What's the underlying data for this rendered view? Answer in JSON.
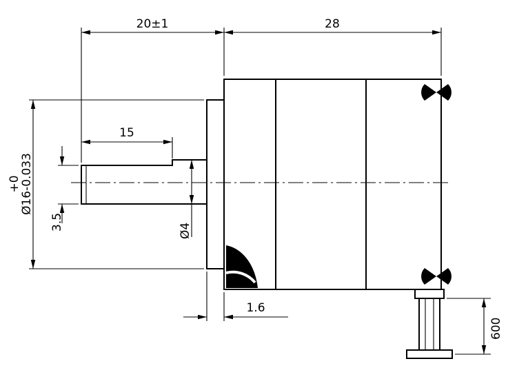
{
  "drawing": {
    "ink_color": "#000000",
    "background_color": "#ffffff",
    "dims": {
      "shaft_extension": "20±1",
      "body_length": "28",
      "flat_length": "15",
      "flat_thickness": "3.5",
      "shaft_diameter": "Ø4",
      "pilot_tol_upper": "+0",
      "pilot_diameter": "Ø16-0.033",
      "pilot_height": "1.6",
      "lead_length": "600"
    }
  }
}
